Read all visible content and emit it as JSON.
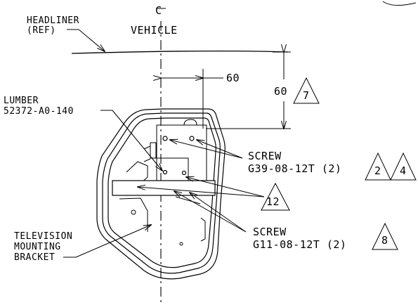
{
  "labels": {
    "centerline": "C",
    "headliner_1": "HEADLINER",
    "headliner_2": "(REF)",
    "vehicle": "VEHICLE",
    "dim_horizontal": "60",
    "dim_vertical": "60",
    "lumber_1": "LUMBER",
    "lumber_2": "52372-A0-140",
    "screw_a_1": "SCREW",
    "screw_a_2": "G39-08-12T  (2)",
    "screw_b_1": "SCREW",
    "screw_b_2": "G11-08-12T  (2)",
    "tv_1": "TELEVISION",
    "tv_2": "MOUNTING",
    "tv_3": "BRACKET"
  },
  "notes": {
    "note_7": "7",
    "note_2": "2",
    "note_4": "4",
    "note_12": "12",
    "note_8": "8"
  }
}
